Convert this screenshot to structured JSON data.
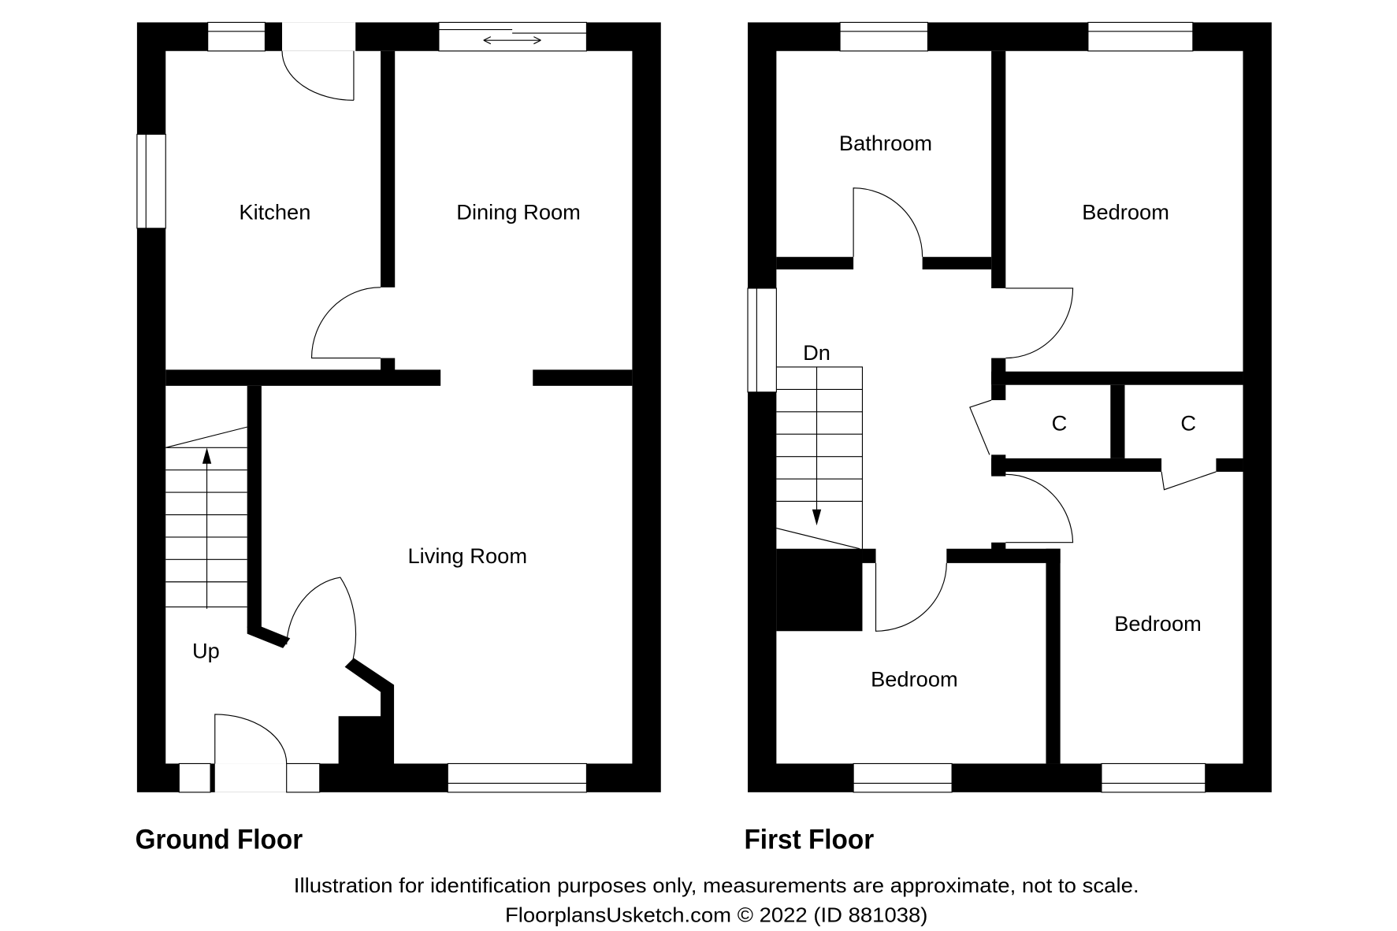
{
  "ground_floor": {
    "title": "Ground Floor",
    "rooms": {
      "kitchen": "Kitchen",
      "dining": "Dining Room",
      "living": "Living Room"
    },
    "stairs_label": "Up"
  },
  "first_floor": {
    "title": "First Floor",
    "rooms": {
      "bathroom": "Bathroom",
      "bedroom1": "Bedroom",
      "bedroom2": "Bedroom",
      "bedroom3": "Bedroom",
      "cupboard1": "C",
      "cupboard2": "C"
    },
    "stairs_label": "Dn"
  },
  "footer": {
    "disclaimer": "Illustration for identification purposes only, measurements are approximate, not to scale.",
    "credit": "FloorplansUsketch.com © 2022 (ID 881038)"
  },
  "colors": {
    "wall": "#000000",
    "background": "#ffffff"
  }
}
